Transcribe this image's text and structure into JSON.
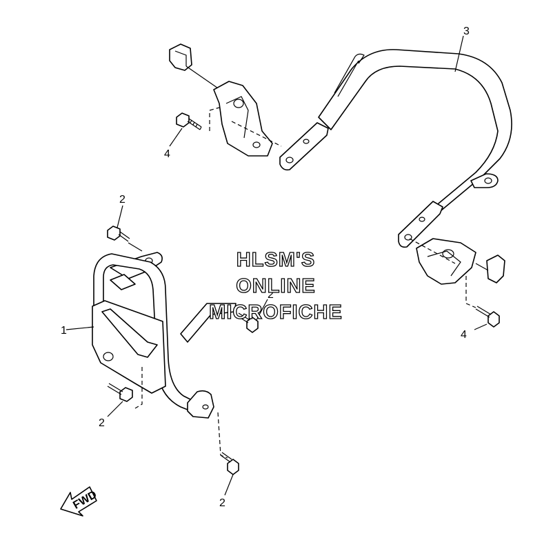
{
  "watermark": {
    "line1": "HLSM'S",
    "line2": "ONLINE",
    "line3": "MICROFICHE"
  },
  "callouts": [
    {
      "id": "rear-bracket-bolt",
      "text": "4"
    },
    {
      "id": "rear-bar",
      "text": "3"
    },
    {
      "id": "front-top-bolt",
      "text": "2"
    },
    {
      "id": "front-bumper",
      "text": "1"
    },
    {
      "id": "front-mid-bolt",
      "text": "2"
    },
    {
      "id": "front-left-bolt",
      "text": "2"
    },
    {
      "id": "front-bottom-bolt",
      "text": "2"
    },
    {
      "id": "rear-right-bolt",
      "text": "4"
    }
  ],
  "direction_indicator": {
    "text": "FWD"
  }
}
